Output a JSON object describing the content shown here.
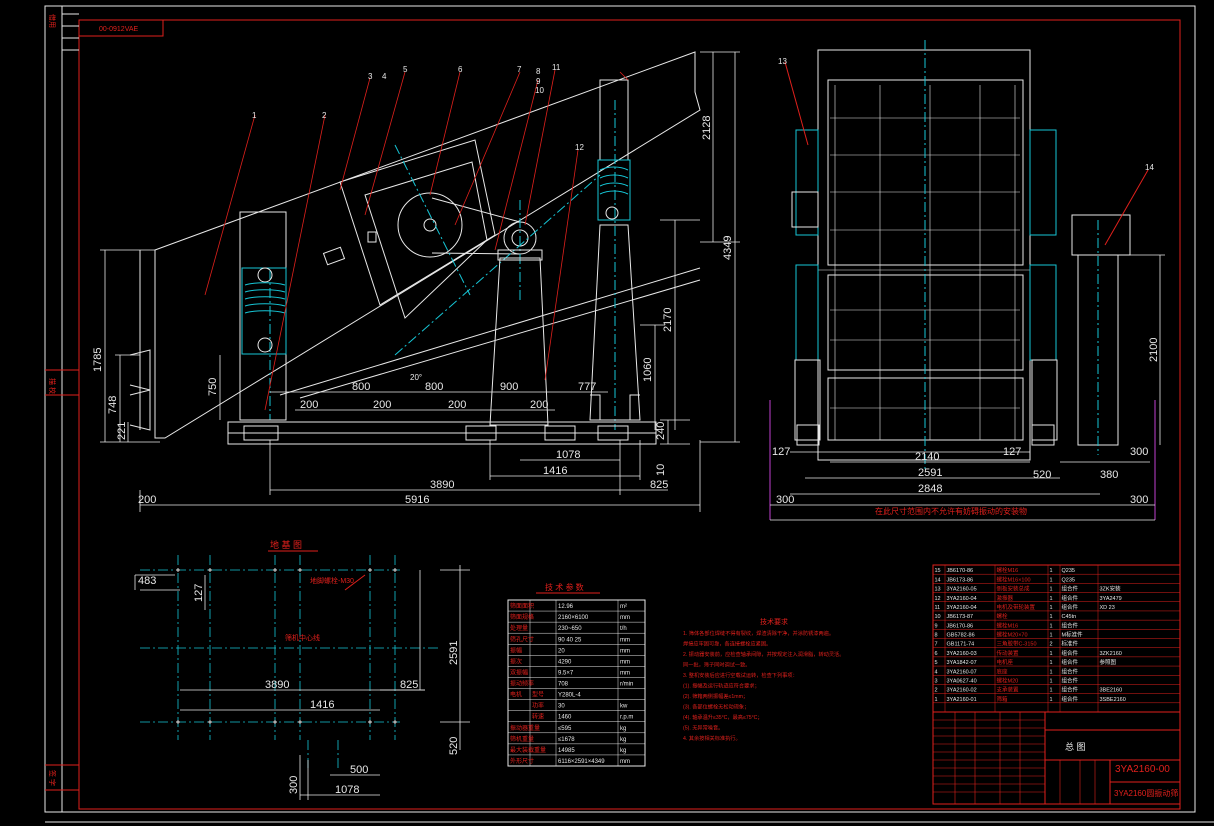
{
  "title_block": {
    "drawing_no": "3YA2160-00",
    "drawing_name": "3YA2160圆振动筛",
    "assembly_label": "总 图"
  },
  "frame": {
    "top_ref": "00-0912VAE",
    "left_labels": [
      "借用",
      "描 校",
      "签 字"
    ]
  },
  "front_view": {
    "part_callouts": [
      "1",
      "2",
      "3",
      "4",
      "5",
      "6",
      "7",
      "8",
      "9",
      "10",
      "11",
      "12"
    ],
    "dims": {
      "d2128": "2128",
      "d4349": "4349",
      "d2170": "2170",
      "d1060": "1060",
      "d1785": "1785",
      "d748": "748",
      "d750": "750",
      "d221": "221",
      "d240": "240",
      "d10": "10",
      "d800a": "800",
      "d800b": "800",
      "d900": "900",
      "d777": "777",
      "d200a": "200",
      "d200b": "200",
      "d200c": "200",
      "d200d": "200",
      "d1078": "1078",
      "d1416": "1416",
      "d3890": "3890",
      "d825": "825",
      "d200e": "200",
      "d5916": "5916",
      "angle": "20°"
    }
  },
  "side_view": {
    "part_callouts": [
      "13",
      "14"
    ],
    "dims": {
      "d2100": "2100",
      "d127a": "127",
      "d2140": "2140",
      "d127b": "127",
      "d520": "520",
      "d380": "380",
      "d300a": "300",
      "d2591": "2591",
      "d2848": "2848",
      "d300b": "300",
      "d300c": "300"
    },
    "note": "在此尺寸范围内不允许有妨碍振动的安装物"
  },
  "foundation": {
    "title": "地 基 图",
    "bolt_label": "地脚螺栓-M30",
    "center_label": "筛机中心线",
    "dims": {
      "d483": "483",
      "d127": "127",
      "d3890": "3890",
      "d825": "825",
      "d2591": "2591",
      "d1416": "1416",
      "d520": "520",
      "d500": "500",
      "d300": "300",
      "d1078": "1078"
    }
  },
  "tech_params": {
    "title": "技 术 参 数",
    "rows": [
      [
        "筛面面积",
        "",
        "12.96",
        "m²"
      ],
      [
        "筛面规格",
        "",
        "2160×6100",
        "mm"
      ],
      [
        "处理量",
        "",
        "230~650",
        "t/h"
      ],
      [
        "筛孔尺寸",
        "",
        "90 40 25",
        "mm"
      ],
      [
        "振幅",
        "",
        "20",
        "mm"
      ],
      [
        "振次",
        "",
        "4290",
        "mm"
      ],
      [
        "双振幅",
        "",
        "9.5×7",
        "mm"
      ],
      [
        "振动频率",
        "",
        "708",
        "r/min"
      ],
      [
        "电机",
        "型号",
        "Y280L-4",
        ""
      ],
      [
        "",
        "功率",
        "30",
        "kw"
      ],
      [
        "",
        "转速",
        "1460",
        "r.p.m"
      ],
      [
        "振动器重量",
        "",
        "≤595",
        "kg"
      ],
      [
        "筛机重量",
        "",
        "≤1678",
        "kg"
      ],
      [
        "最大装载重量",
        "",
        "14985",
        "kg"
      ],
      [
        "外形尺寸",
        "",
        "6116×2591×4349",
        "mm"
      ]
    ]
  },
  "tech_requirements": {
    "title": "技术要求",
    "lines": [
      "1. 筛体各部位焊缝不得有裂纹，焊渣清除干净，并涂防锈漆两遍。",
      "   焊接应牢固可靠，各连接螺栓应紧固。",
      "2. 振动器安装前，应检查轴承间隙，并按规定注入润滑脂，转动灵活。",
      "   同一批，筛子同时调试一致。",
      "3. 整机安装后应进行空载试运转，检查下列事项：",
      "(1). 振幅及运行轨迹应符合要求；",
      "(2). 筛箱两侧振幅差≤1mm；",
      "(3). 各部位螺栓无松动现象；",
      "(4). 轴承温升≤35°C，最高≤75°C；",
      "(5). 无异常噪音。",
      "4. 其余按相关标准执行。"
    ]
  },
  "parts_list": {
    "rows": [
      [
        "15",
        "JB6170-86",
        "螺栓M16",
        "1",
        "Q235",
        ""
      ],
      [
        "14",
        "JB6173-86",
        "螺栓M16×100",
        "1",
        "Q235",
        ""
      ],
      [
        "13",
        "3YA2160-05",
        "侧板安装总成",
        "1",
        "组合件",
        "3ZK安装"
      ],
      [
        "12",
        "3YA2160-04",
        "激振器",
        "1",
        "组合件",
        "3YA2479"
      ],
      [
        "11",
        "3YA2160-04",
        "电机及带轮装置",
        "1",
        "组合件",
        "XD 23"
      ],
      [
        "10",
        "JB6173-87",
        "螺栓",
        "1",
        "C45tn",
        ""
      ],
      [
        "9",
        "JB6170-86",
        "螺栓M16",
        "1",
        "组合件",
        ""
      ],
      [
        "8",
        "GB5782-86",
        "螺栓M20×70",
        "1",
        "M标准件",
        ""
      ],
      [
        "7",
        "GB1171-74",
        "三角胶带C-3150",
        "2",
        "标准件",
        ""
      ],
      [
        "6",
        "3YA2160-03",
        "传动装置",
        "1",
        "组合件",
        "3ZK2160"
      ],
      [
        "5",
        "3YA1842-07",
        "电机座",
        "1",
        "组合件",
        "参照图"
      ],
      [
        "4",
        "3YA2160-07",
        "底座",
        "1",
        "组合件",
        ""
      ],
      [
        "3",
        "3YA0627-40",
        "螺栓M20",
        "1",
        "组合件",
        ""
      ],
      [
        "2",
        "3YA2160-02",
        "支承装置",
        "1",
        "组合件",
        "3BE2160"
      ],
      [
        "1",
        "3YA2160-01",
        "筛箱",
        "1",
        "组合件",
        "3SBE2160"
      ]
    ]
  },
  "colors": {
    "line_red": "#e0201c",
    "line_white": "#e8e8e8",
    "line_cyan": "#16c6d6",
    "line_green": "#27c06a",
    "line_magenta": "#c040d0",
    "background": "#000000"
  }
}
